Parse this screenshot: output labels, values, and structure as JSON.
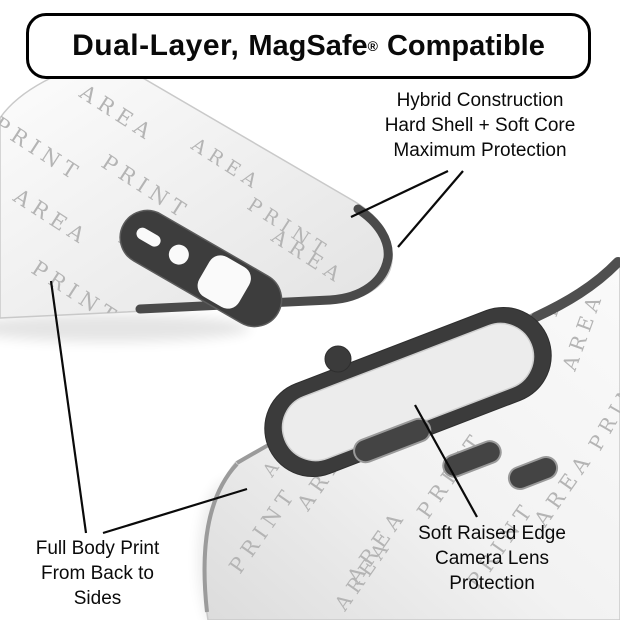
{
  "banner": {
    "part1": "Dual-Layer,",
    "part2": "MagSafe",
    "registered": "®",
    "part3": "Compatible"
  },
  "pattern": {
    "print": "PRINT",
    "area": "AREA"
  },
  "callouts": {
    "hybrid": {
      "line1": "Hybrid Construction",
      "line2": "Hard Shell + Soft Core",
      "line3": "Maximum Protection"
    },
    "full_body": {
      "line1": "Full Body Print",
      "line2": "From Back to",
      "line3": "Sides"
    },
    "camera": {
      "line1": "Soft Raised Edge",
      "line2": "Camera Lens",
      "line3": "Protection"
    }
  },
  "colors": {
    "background": "#ffffff",
    "case_surface": "#f2f2f2",
    "case_rim_dark": "#3d3d3d",
    "pattern_text": "#b4b4b4",
    "callout_line": "#0a0a0a",
    "banner_border": "#000000"
  }
}
